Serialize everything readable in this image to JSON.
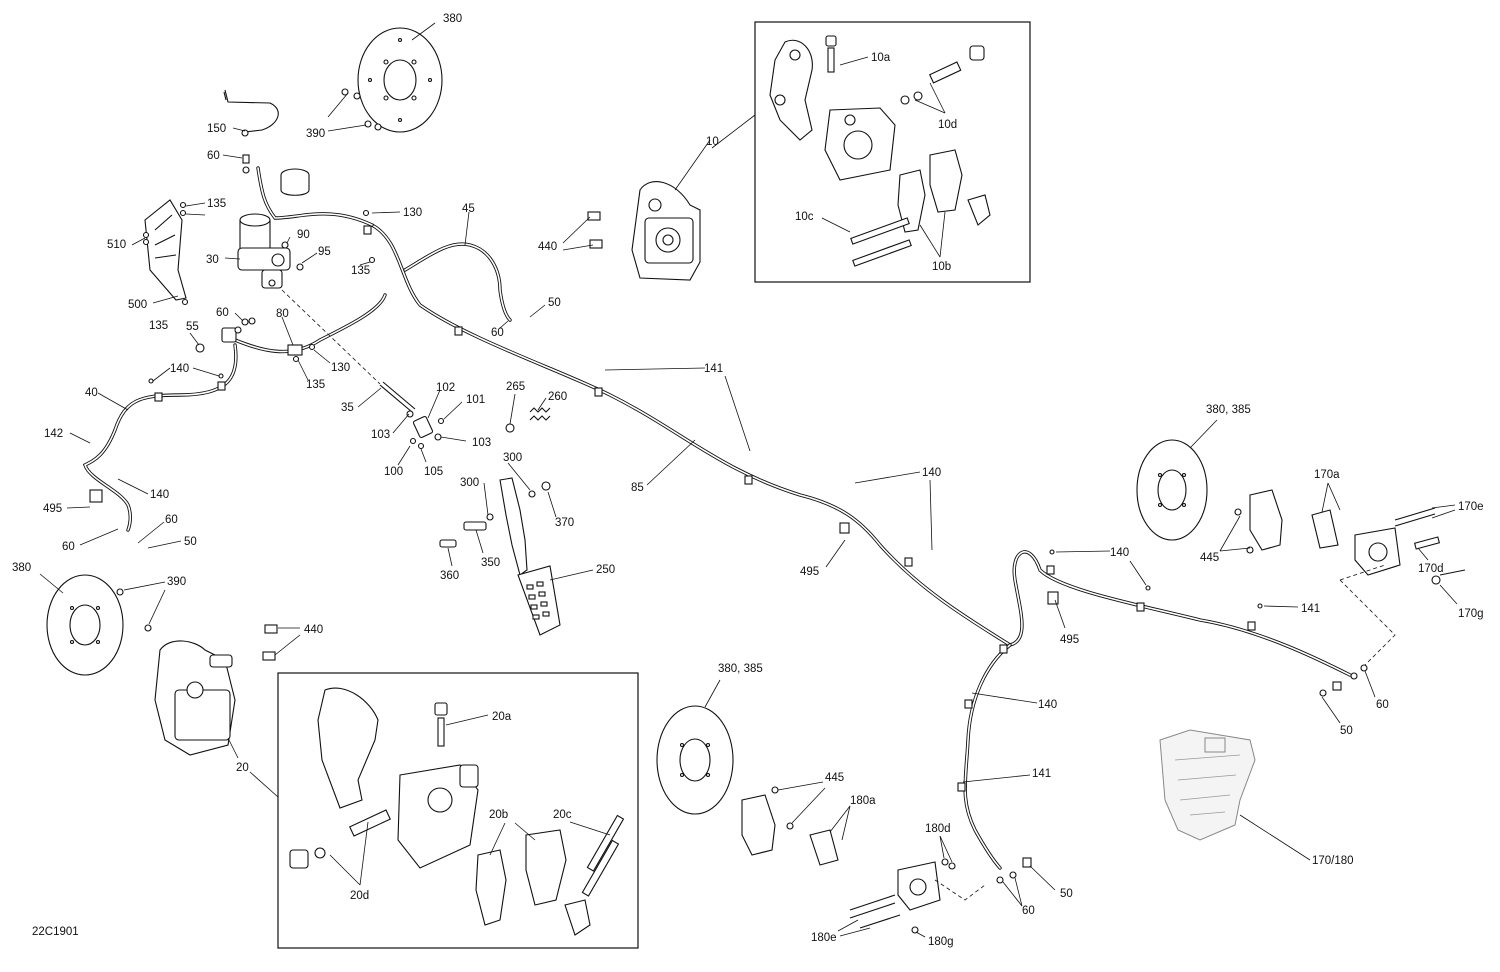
{
  "figure_code": "22C1901",
  "callouts": {
    "c380_top": "380",
    "c390_top": "390",
    "c150": "150",
    "c60_a": "60",
    "c135_a": "135",
    "c510": "510",
    "c500": "500",
    "c135_b": "135",
    "c130_a": "130",
    "c90": "90",
    "c95": "95",
    "c30": "30",
    "c135_c": "135",
    "c45": "45",
    "c50_a": "50",
    "c60_b": "60",
    "c55": "55",
    "c60_c": "60",
    "c80": "80",
    "c135_d": "135",
    "c130_b": "130",
    "c140_a": "140",
    "c40": "40",
    "c35": "35",
    "c102": "102",
    "c101": "101",
    "c103_a": "103",
    "c103_b": "103",
    "c100": "100",
    "c105": "105",
    "c142": "142",
    "c140_b": "140",
    "c495_a": "495",
    "c60_d": "60",
    "c60_e": "60",
    "c50_b": "50",
    "c265": "265",
    "c260": "260",
    "c300_a": "300",
    "c300_b": "300",
    "c370": "370",
    "c350": "350",
    "c360": "360",
    "c250": "250",
    "c141_a": "141",
    "c85": "85",
    "c140_c": "140",
    "c495_b": "495",
    "c10": "10",
    "c440_a": "440",
    "c10a": "10a",
    "c10d": "10d",
    "c10c": "10c",
    "c10b": "10b",
    "c380_385_a": "380, 385",
    "c170a": "170a",
    "c170e": "170e",
    "c445_a": "445",
    "c170d": "170d",
    "c170g": "170g",
    "c140_d": "140",
    "c141_b": "141",
    "c495_c": "495",
    "c140_e": "140",
    "c60_f": "60",
    "c50_c": "50",
    "c141_c": "141",
    "c380_left": "380",
    "c390_left": "390",
    "c440_b": "440",
    "c20": "20",
    "c20a": "20a",
    "c20b": "20b",
    "c20c": "20c",
    "c20d": "20d",
    "c380_385_b": "380, 385",
    "c445_b": "445",
    "c180a": "180a",
    "c180d": "180d",
    "c180e": "180e",
    "c180g": "180g",
    "c60_g": "60",
    "c50_d": "50",
    "c170_180": "170/180"
  }
}
